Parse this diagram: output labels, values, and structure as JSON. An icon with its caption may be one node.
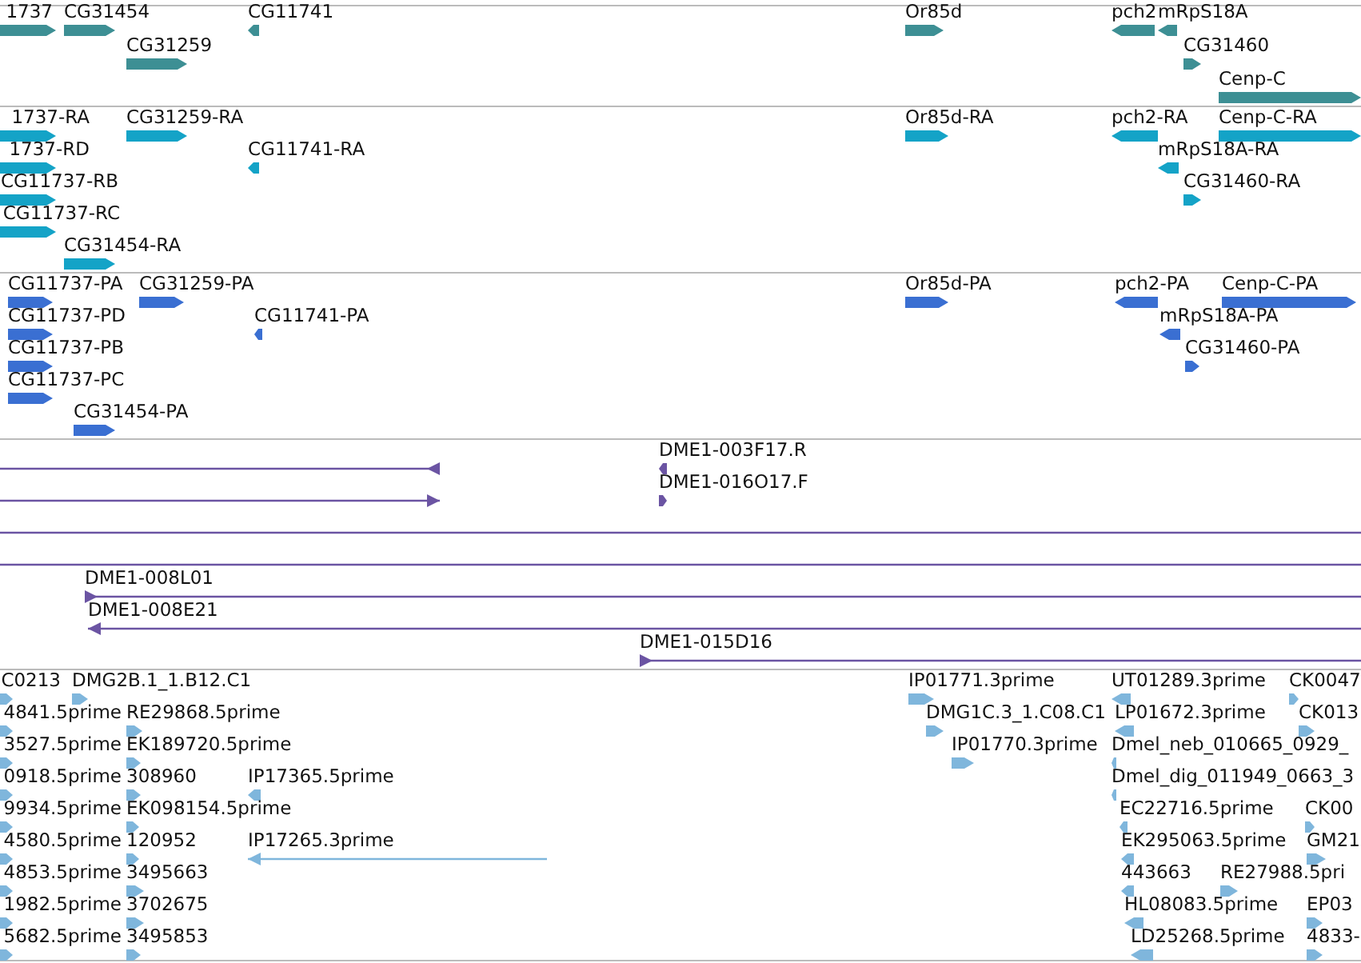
{
  "diagram": {
    "labels": [
      "1737",
      "CG31454",
      "CG11741",
      "Or85d",
      "pch2",
      "mRpS18A",
      "CG31259",
      "CG31460",
      "Cenp-C",
      "1737-RA",
      "CG31259-RA",
      "Or85d-RA",
      "pch2-RA",
      "Cenp-C-RA",
      "1737-RD",
      "CG11741-RA",
      "mRpS18A-RA",
      "CG11737-RB",
      "CG31460-RA",
      "CG11737-RC",
      "CG31454-RA",
      "CG11737-PA",
      "CG31259-PA",
      "Or85d-PA",
      "pch2-PA",
      "Cenp-C-PA",
      "CG11737-PD",
      "CG11741-PA",
      "mRpS18A-PA",
      "CG11737-PB",
      "CG31460-PA",
      "CG11737-PC",
      "CG31454-PA",
      "DME1-003F17.R",
      "DME1-016O17.F",
      "DME1-008L01",
      "DME1-008E21",
      "DME1-015D16",
      "C0213",
      "DMG2B.1_1.B12.C1",
      "IP01771.3prime",
      "UT01289.3prime",
      "CK0047",
      "4841.5prime",
      "RE29868.5prime",
      "DMG1C.3_1.C08.C1",
      "LP01672.3prime",
      "CK013",
      "3527.5prime",
      "EK189720.5prime",
      "IP01770.3prime",
      "Dmel_neb_010665_0929_",
      "0918.5prime",
      "308960",
      "IP17365.5prime",
      "Dmel_dig_011949_0663_3",
      "9934.5prime",
      "EK098154.5prime",
      "EC22716.5prime",
      "CK00",
      "4580.5prime",
      "120952",
      "IP17265.3prime",
      "EK295063.5prime",
      "GM21",
      "4853.5prime",
      "3495663",
      "443663",
      "RE27988.5pri",
      "1982.5prime",
      "3702675",
      "HL08083.5prime",
      "EP03",
      "5682.5prime",
      "3495853",
      "LD25268.5prime",
      "4833-"
    ]
  }
}
